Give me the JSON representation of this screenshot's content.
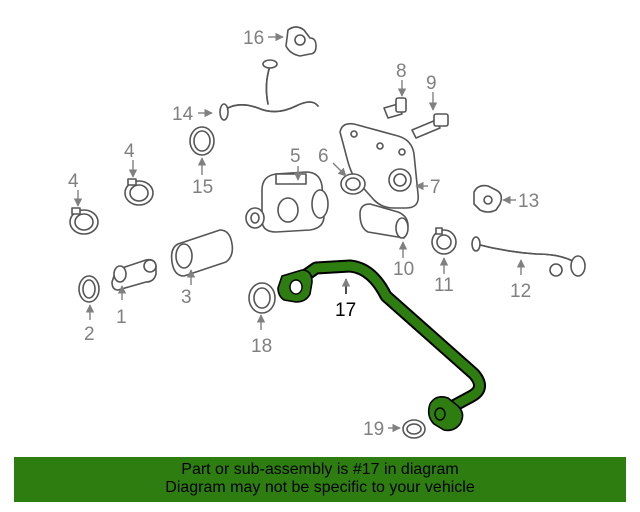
{
  "callouts": {
    "c1": "1",
    "c2": "2",
    "c3": "3",
    "c4a": "4",
    "c4b": "4",
    "c5": "5",
    "c6": "6",
    "c7": "7",
    "c8": "8",
    "c9": "9",
    "c10": "10",
    "c11": "11",
    "c12": "12",
    "c13": "13",
    "c14": "14",
    "c15": "15",
    "c16": "16",
    "c17": "17",
    "c18": "18",
    "c19": "19"
  },
  "highlight": {
    "part": "17",
    "color": "#2e7d10"
  },
  "banner": {
    "line1": "Part or sub-assembly is #17 in diagram",
    "line2": "Diagram may not be specific to your vehicle",
    "color": "#2e7d10"
  }
}
